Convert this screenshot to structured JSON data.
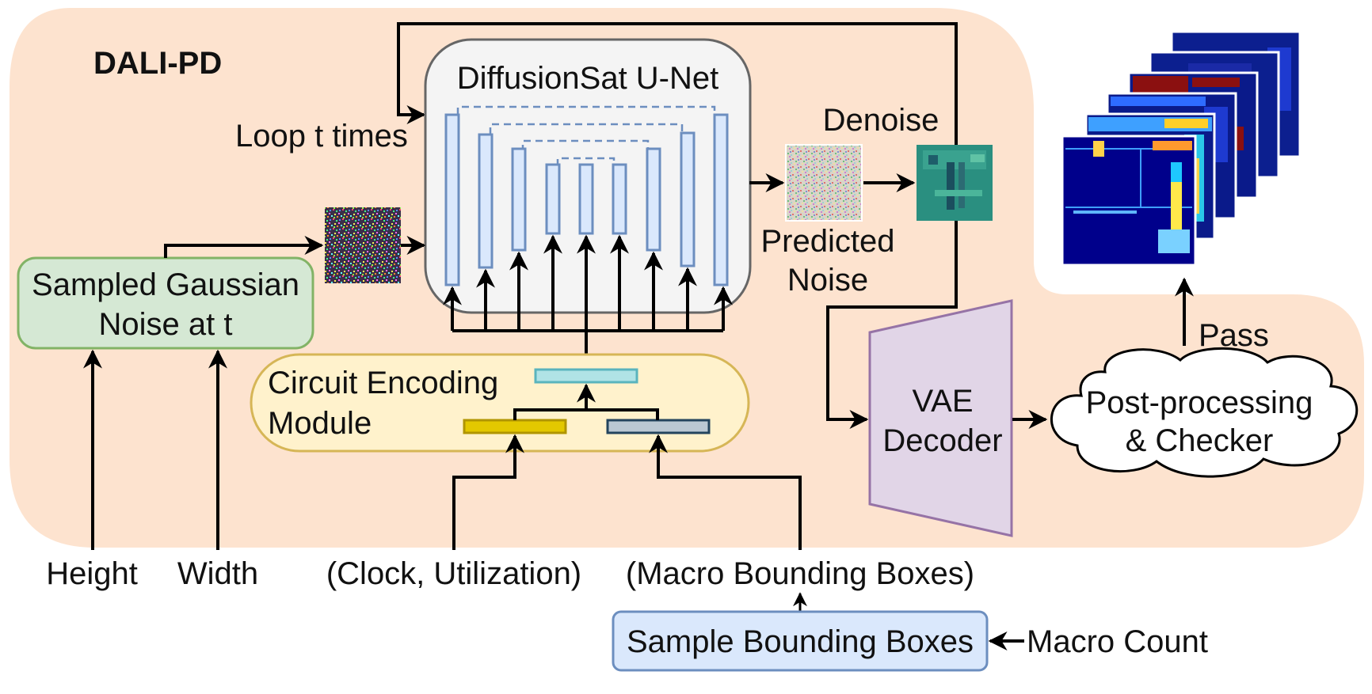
{
  "diagram": {
    "title": "DALI-PD",
    "unet_label": "DiffusionSat U-Net",
    "loop_label": "Loop t times",
    "denoise_label": "Denoise",
    "predicted_noise_line1": "Predicted",
    "predicted_noise_line2": "Noise",
    "gaussian_line1": "Sampled Gaussian",
    "gaussian_line2": "Noise at t",
    "circuit_line1": "Circuit Encoding",
    "circuit_line2": "Module",
    "vae_line1": "VAE",
    "vae_line2": "Decoder",
    "post_line1": "Post-processing",
    "post_line2": "& Checker",
    "pass_label": "Pass",
    "inputs": {
      "height": "Height",
      "width": "Width",
      "clock_util": "(Clock, Utilization)",
      "macro_bboxes": "(Macro Bounding Boxes)",
      "sample_bboxes": "Sample Bounding Boxes",
      "macro_count": "Macro Count"
    },
    "colors": {
      "background_region": "#fde3cf",
      "unet_fill": "#f4f4f4",
      "unet_stroke": "#666666",
      "unet_blocks": "#dae8fc",
      "unet_block_stroke": "#6c8ebf",
      "gaussian_fill": "#d5e8d4",
      "gaussian_stroke": "#82b366",
      "circuit_fill": "#fff2cc",
      "circuit_stroke": "#d6b656",
      "enc_top": "#b0e3e6",
      "enc_left": "#e3c800",
      "enc_right": "#bac8d3",
      "vae_fill": "#e1d5e7",
      "vae_stroke": "#9673a6",
      "sample_fill": "#dae8fc",
      "sample_stroke": "#6c8ebf"
    }
  }
}
